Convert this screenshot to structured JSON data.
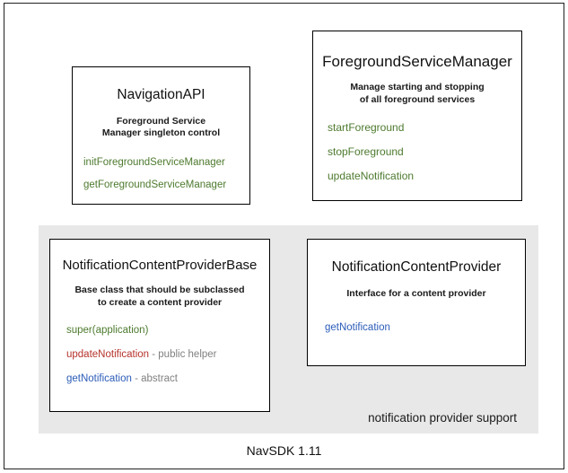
{
  "diagram": {
    "footer_caption": "NavSDK 1.11",
    "group": {
      "caption": "notification provider support",
      "background": "#e8e8e8"
    },
    "colors": {
      "method_green": "#4d7a2e",
      "method_red": "#b5322a",
      "method_blue": "#2b5cb8",
      "suffix_gray": "#808080",
      "border": "#000000",
      "text": "#111111"
    },
    "boxes": [
      {
        "id": "navigation-api",
        "title": "NavigationAPI",
        "description": "Foreground Service\nManager singleton control",
        "methods": [
          {
            "name": "initForegroundServiceManager",
            "suffix": "",
            "color": "#4d7a2e"
          },
          {
            "name": "getForegroundServiceManager",
            "suffix": "",
            "color": "#4d7a2e"
          }
        ]
      },
      {
        "id": "foreground-service-manager",
        "title": "ForegroundServiceManager",
        "description": "Manage starting and stopping\nof all foreground services",
        "methods": [
          {
            "name": "startForeground",
            "suffix": "",
            "color": "#4d7a2e"
          },
          {
            "name": "stopForeground",
            "suffix": "",
            "color": "#4d7a2e"
          },
          {
            "name": "updateNotification",
            "suffix": "",
            "color": "#4d7a2e"
          }
        ]
      },
      {
        "id": "notification-content-provider-base",
        "title": "NotificationContentProviderBase",
        "description": "Base class that should be subclassed\nto create a content provider",
        "methods": [
          {
            "name": "super(application)",
            "suffix": "",
            "color": "#4d7a2e"
          },
          {
            "name": "updateNotification",
            "suffix": " - public helper",
            "color": "#b5322a"
          },
          {
            "name": "getNotification",
            "suffix": " - abstract",
            "color": "#2b5cb8"
          }
        ]
      },
      {
        "id": "notification-content-provider",
        "title": "NotificationContentProvider",
        "description": "Interface for a content provider",
        "methods": [
          {
            "name": "getNotification",
            "suffix": "",
            "color": "#2b5cb8"
          }
        ]
      }
    ]
  }
}
